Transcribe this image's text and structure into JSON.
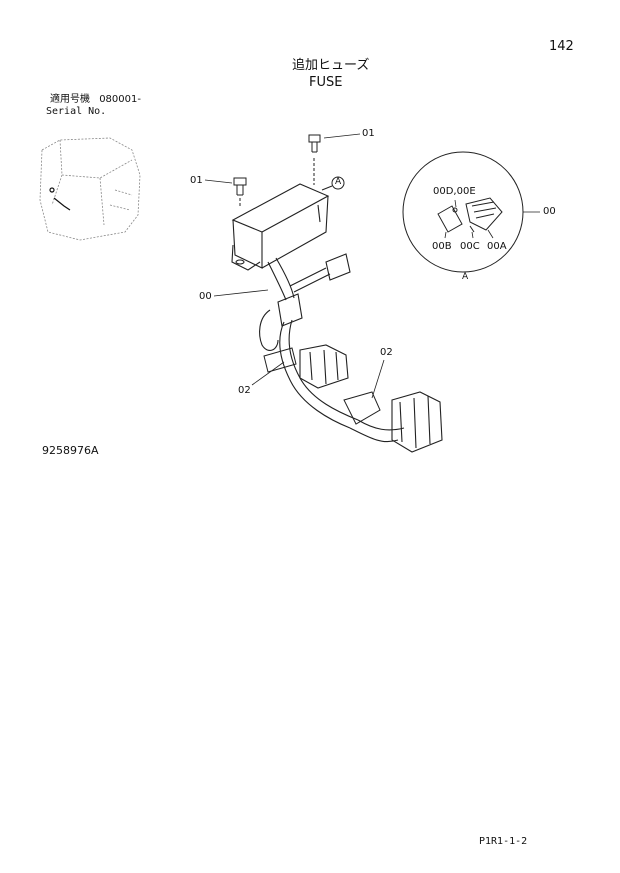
{
  "header": {
    "page_number": "142",
    "title_jp": "追加ヒューズ",
    "title_en": "FUSE"
  },
  "serial": {
    "label_jp": "適用号機",
    "range": "080001-",
    "label_en": "Serial No."
  },
  "callouts": {
    "screw_top": "01",
    "screw_left": "01",
    "view_marker": "A",
    "harness": "00",
    "clamp_left": "02",
    "clamp_right": "02",
    "detail_assembly": "00",
    "detail_00de": "00D,00E",
    "detail_00b": "00B",
    "detail_00c": "00C",
    "detail_00a": "00A",
    "detail_view": "A"
  },
  "footer": {
    "part_id": "9258976A",
    "code": "P1R1-1-2"
  }
}
